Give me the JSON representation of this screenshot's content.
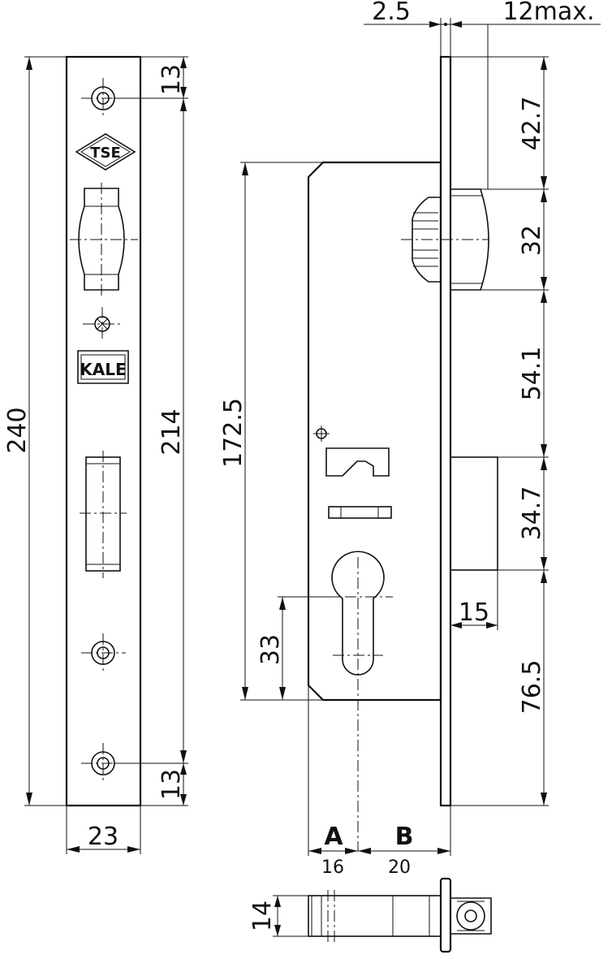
{
  "dimensions": {
    "backset_offset": "2.5",
    "max_thickness": "12max.",
    "height_total": "240",
    "height_inner": "214",
    "top_hole": "13",
    "bottom_hole": "13",
    "faceplate_width": "23",
    "case_height": "172.5",
    "right_top": "42.7",
    "latch_height": "32",
    "latch_to_bolt": "54.1",
    "bolt_height": "34.7",
    "bottom_offset": "76.5",
    "bolt_throw": "15",
    "cylinder_spacing": "33",
    "width_a": "16",
    "width_b": "20",
    "thickness_bottom": "14"
  },
  "labels": {
    "a": "A",
    "b": "B"
  },
  "logos": {
    "tse": "TSE",
    "kale": "KALE"
  }
}
